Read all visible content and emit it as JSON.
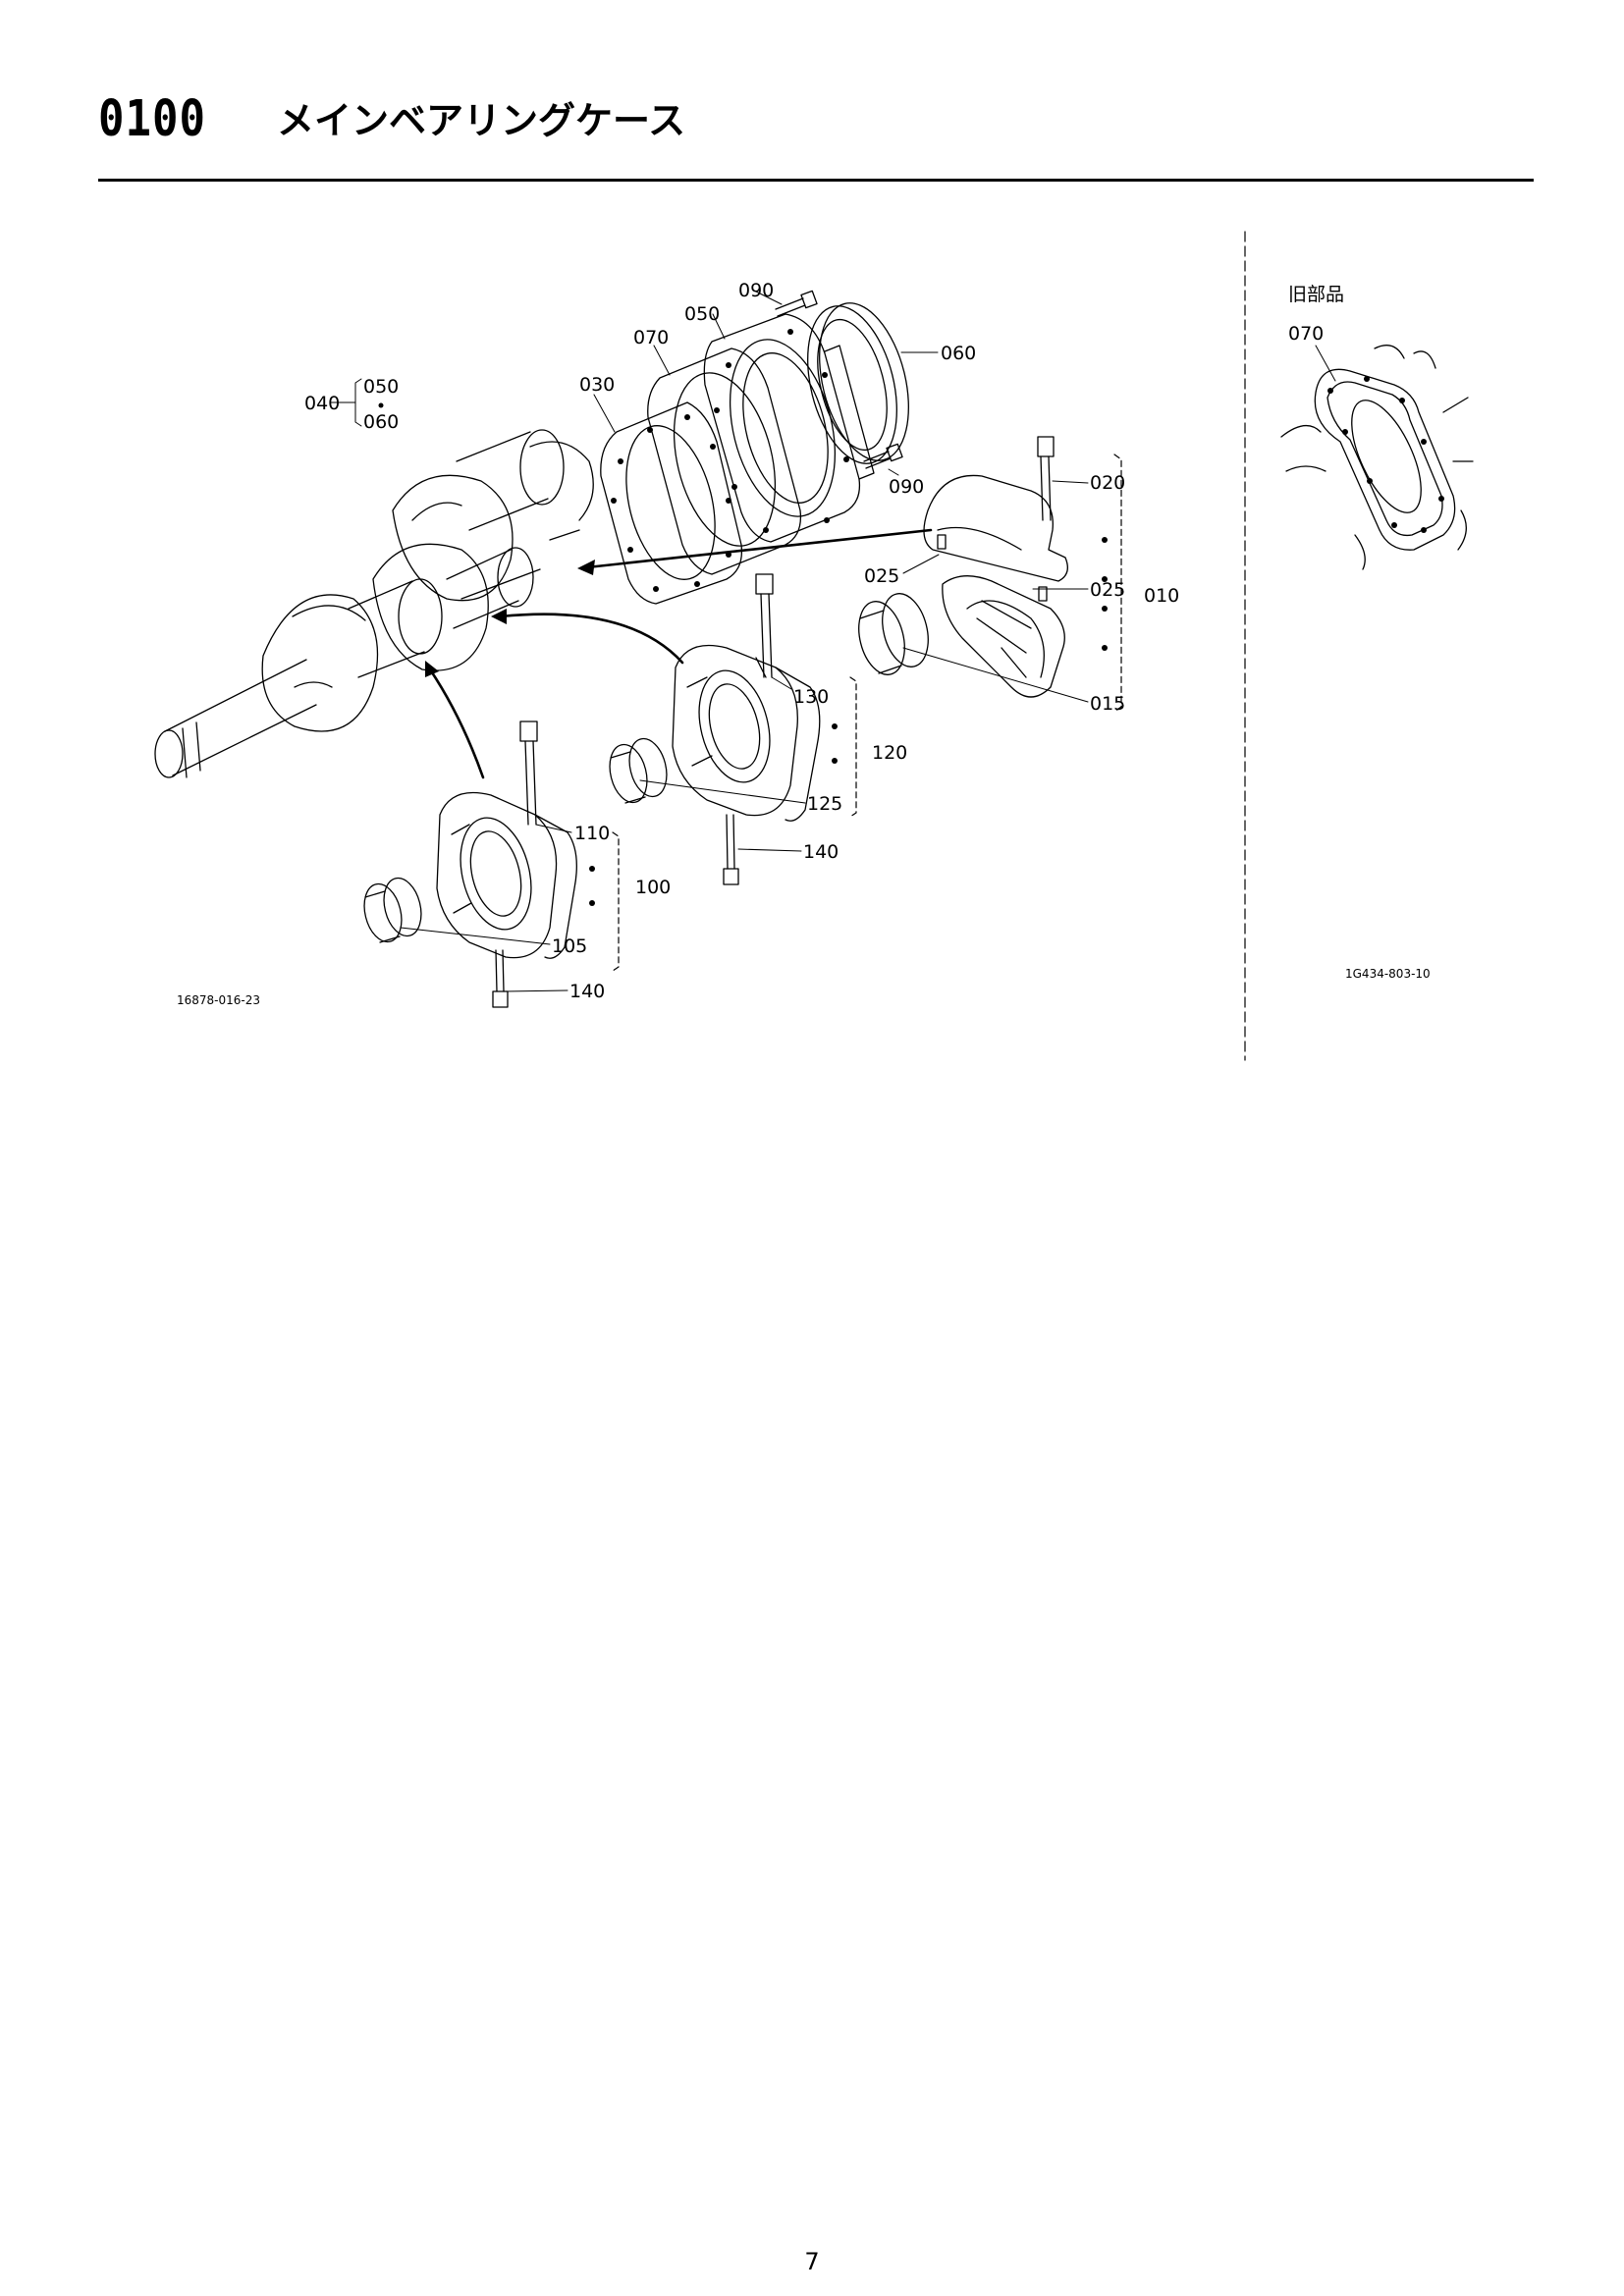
{
  "header": {
    "section_number": "0100",
    "section_title": "メインベアリングケース"
  },
  "callouts": {
    "p090a": "090",
    "p050": "050",
    "p070": "070",
    "p060": "060",
    "p040": "040",
    "p040_050": "050",
    "p040_060": "060",
    "p030": "030",
    "p090b": "090",
    "p020": "020",
    "p025a": "025",
    "p025b": "025",
    "p010": "010",
    "p015": "015",
    "p130": "130",
    "p120": "120",
    "p125": "125",
    "p140a": "140",
    "p110": "110",
    "p100": "100",
    "p105": "105",
    "p140b": "140"
  },
  "figure_ref": "16878-016-23",
  "old_parts": {
    "title": "旧部品",
    "part": "070",
    "figure_ref": "1G434-803-10"
  },
  "page_number": "7"
}
